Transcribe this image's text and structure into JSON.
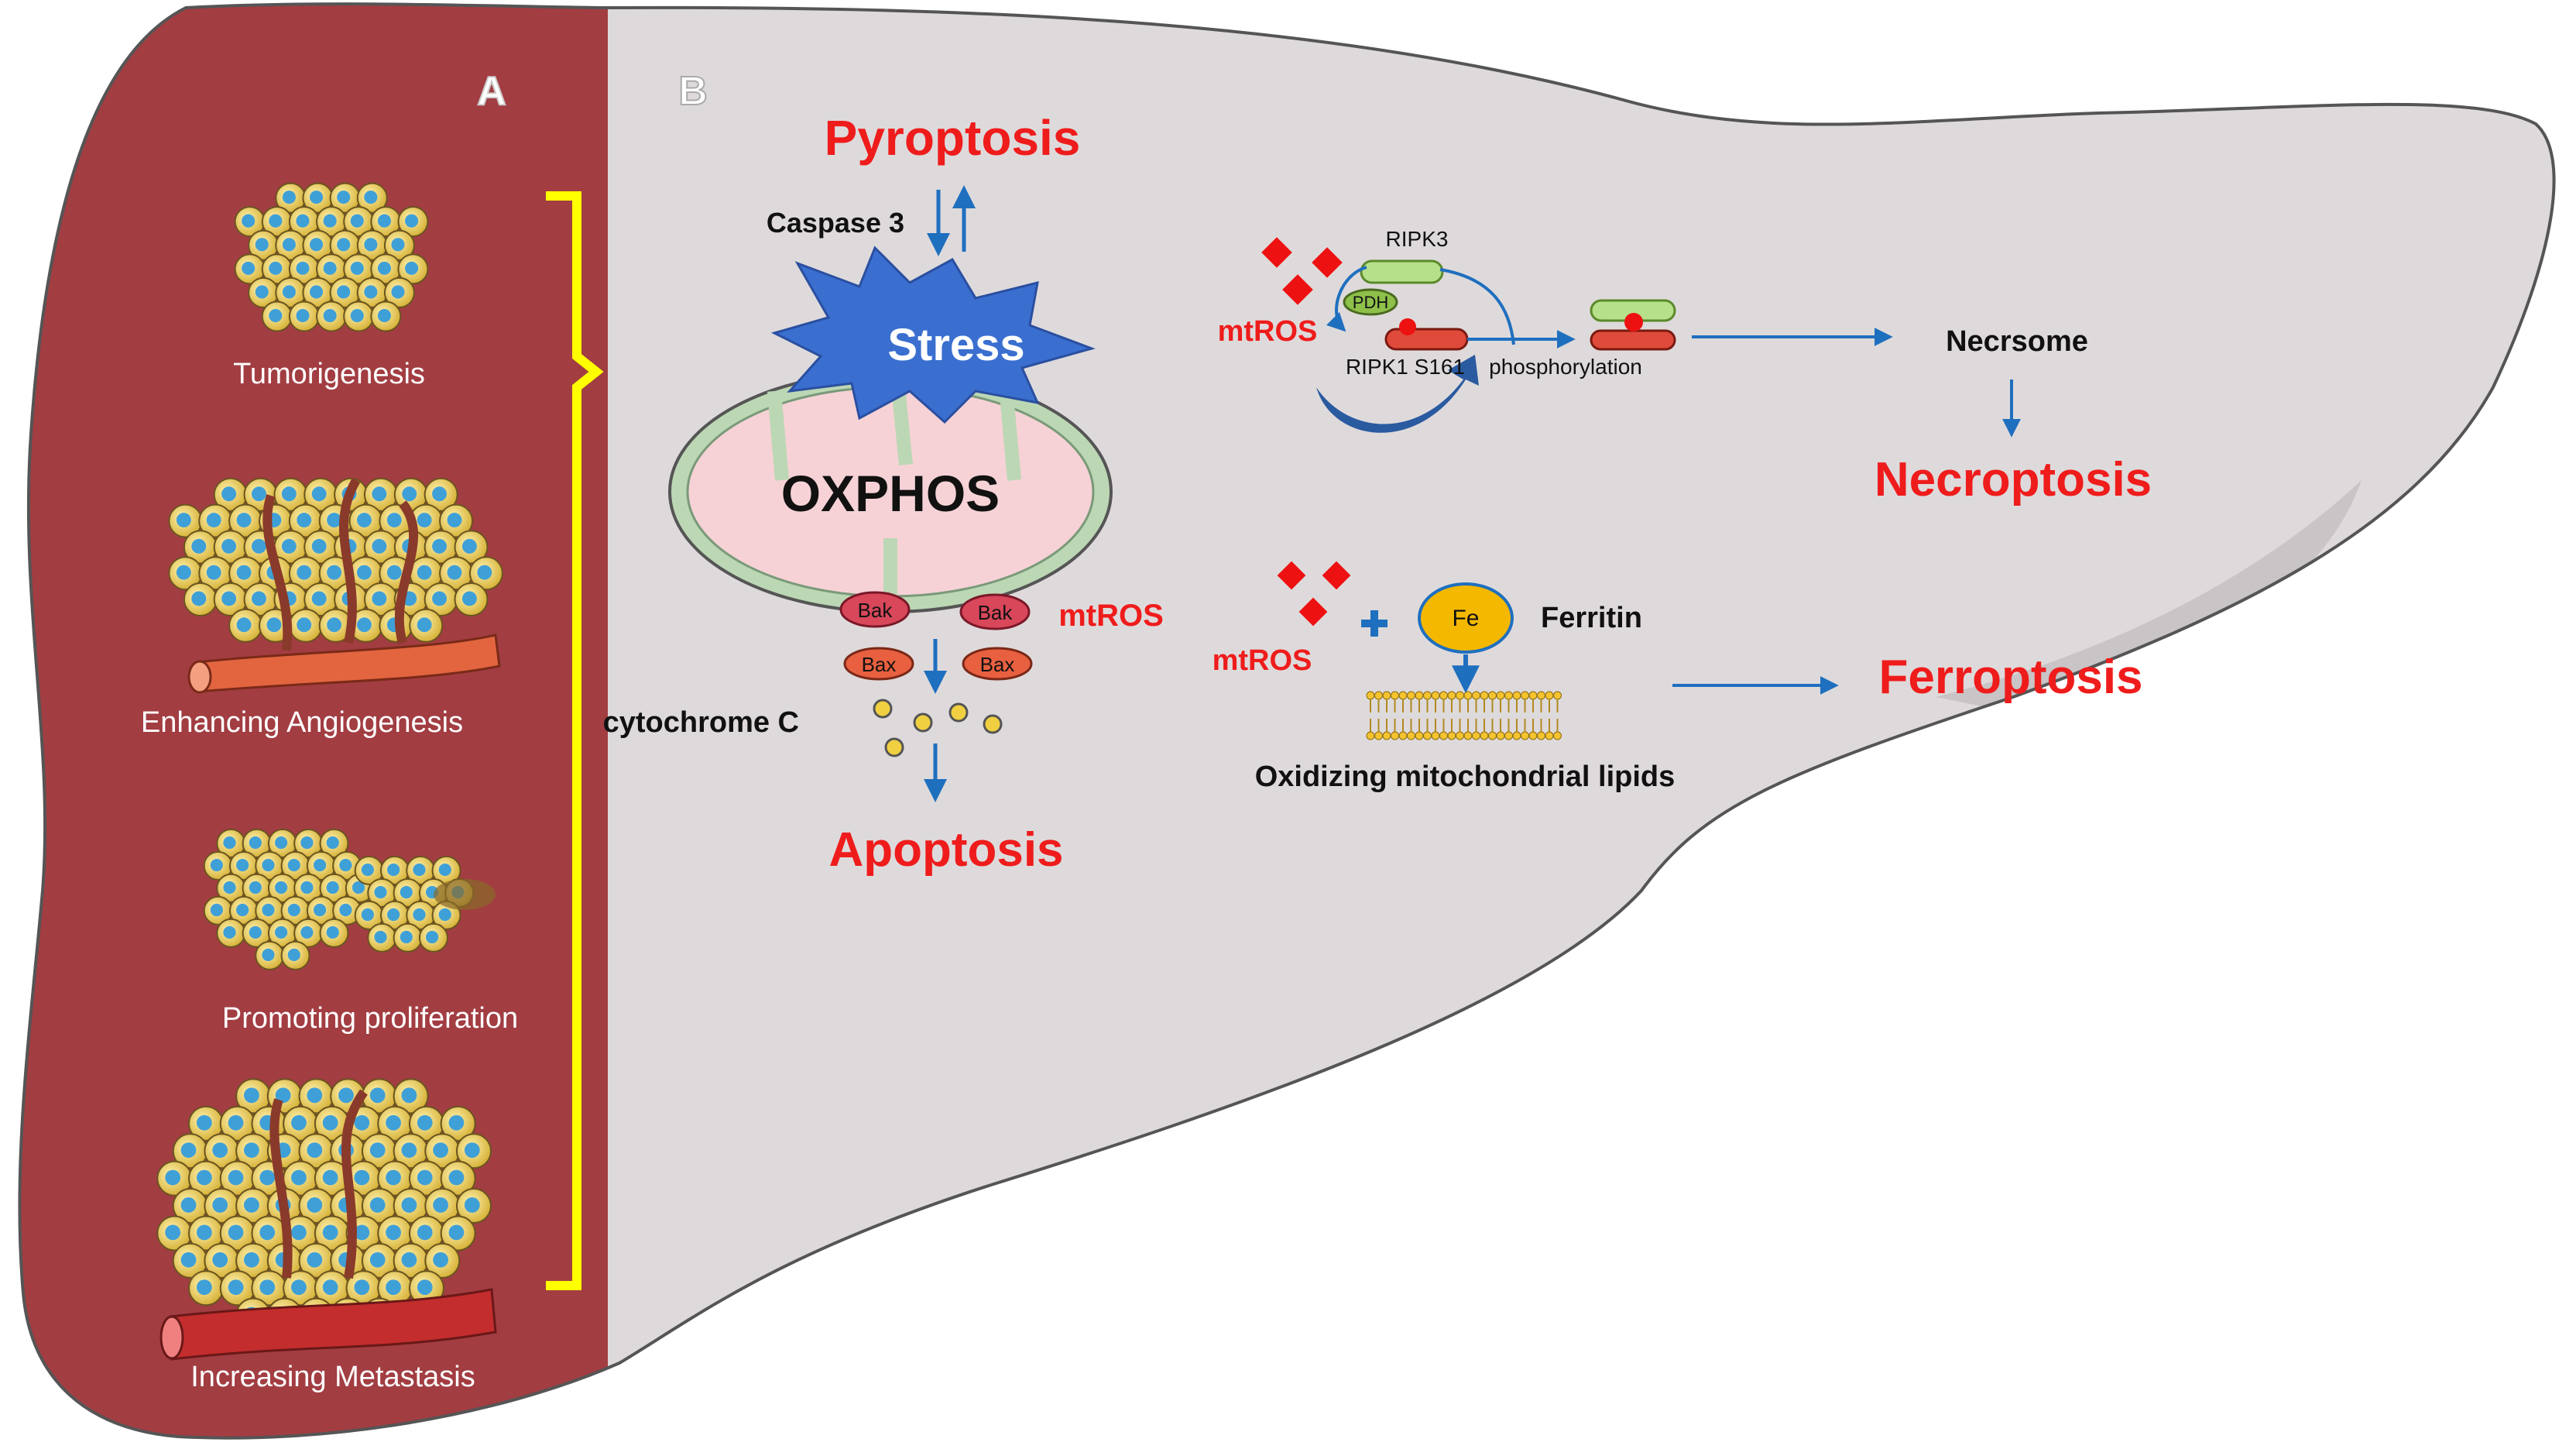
{
  "panel_a": {
    "letter": "A",
    "stages": [
      {
        "label": "Tumorigenesis"
      },
      {
        "label": "Enhancing Angiogenesis"
      },
      {
        "label": "Promoting proliferation"
      },
      {
        "label": "Increasing Metastasis"
      }
    ]
  },
  "panel_b": {
    "letter": "B",
    "pyroptosis": "Pyroptosis",
    "caspase3": "Caspase 3",
    "stress": "Stress",
    "oxphos": "OXPHOS",
    "bak1": "Bak",
    "bak2": "Bak",
    "bax1": "Bax",
    "bax2": "Bax",
    "mtros_apoptosis": "mtROS",
    "cytochrome": "cytochrome C",
    "apoptosis": "Apoptosis",
    "mtros_necro": "mtROS",
    "pdh": "PDH",
    "ripk3": "RIPK3",
    "ripk1": "RIPK1 S161",
    "phosphorylation": "phosphorylation",
    "necrsome": "Necrsome",
    "necroptosis": "Necroptosis",
    "mtros_ferro": "mtROS",
    "fe": "Fe",
    "ferritin": "Ferritin",
    "lipids": "Oxidizing mitochondrial lipids",
    "ferroptosis": "Ferroptosis"
  },
  "colors": {
    "liver_dark": "#a23d42",
    "liver_light": "#dedadb",
    "bracket": "#ffff00",
    "red_text": "#ef1c1c",
    "arrow_blue": "#1f6fbf",
    "stress_blue": "#3a6fd0"
  }
}
